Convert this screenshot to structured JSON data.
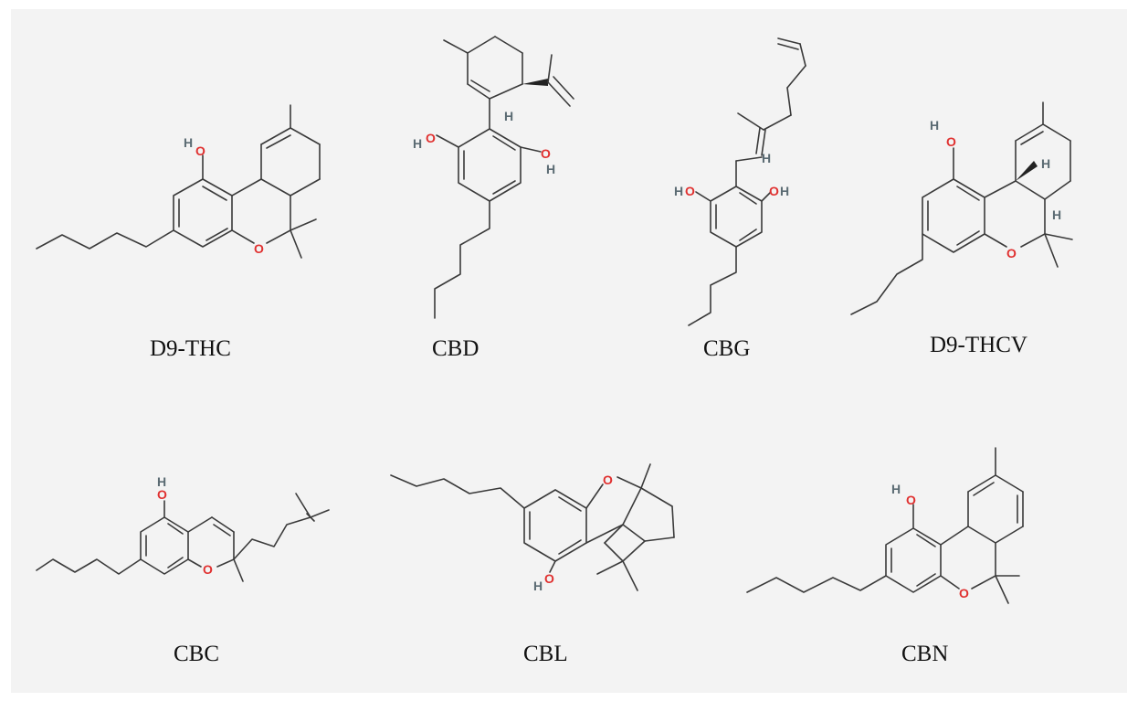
{
  "molecules": [
    {
      "id": "d9thc",
      "label": "D9-THC"
    },
    {
      "id": "cbd",
      "label": "CBD"
    },
    {
      "id": "cbg",
      "label": "CBG"
    },
    {
      "id": "d9thcv",
      "label": "D9-THCV"
    },
    {
      "id": "cbc",
      "label": "CBC"
    },
    {
      "id": "cbl",
      "label": "CBL"
    },
    {
      "id": "cbn",
      "label": "CBN"
    }
  ],
  "atoms": {
    "O": "O",
    "H": "H"
  },
  "colors": {
    "background": "#f3f3f3",
    "bond": "#3a3a3a",
    "oxygen": "#e0302f",
    "hydrogen": "#5b6b73"
  }
}
